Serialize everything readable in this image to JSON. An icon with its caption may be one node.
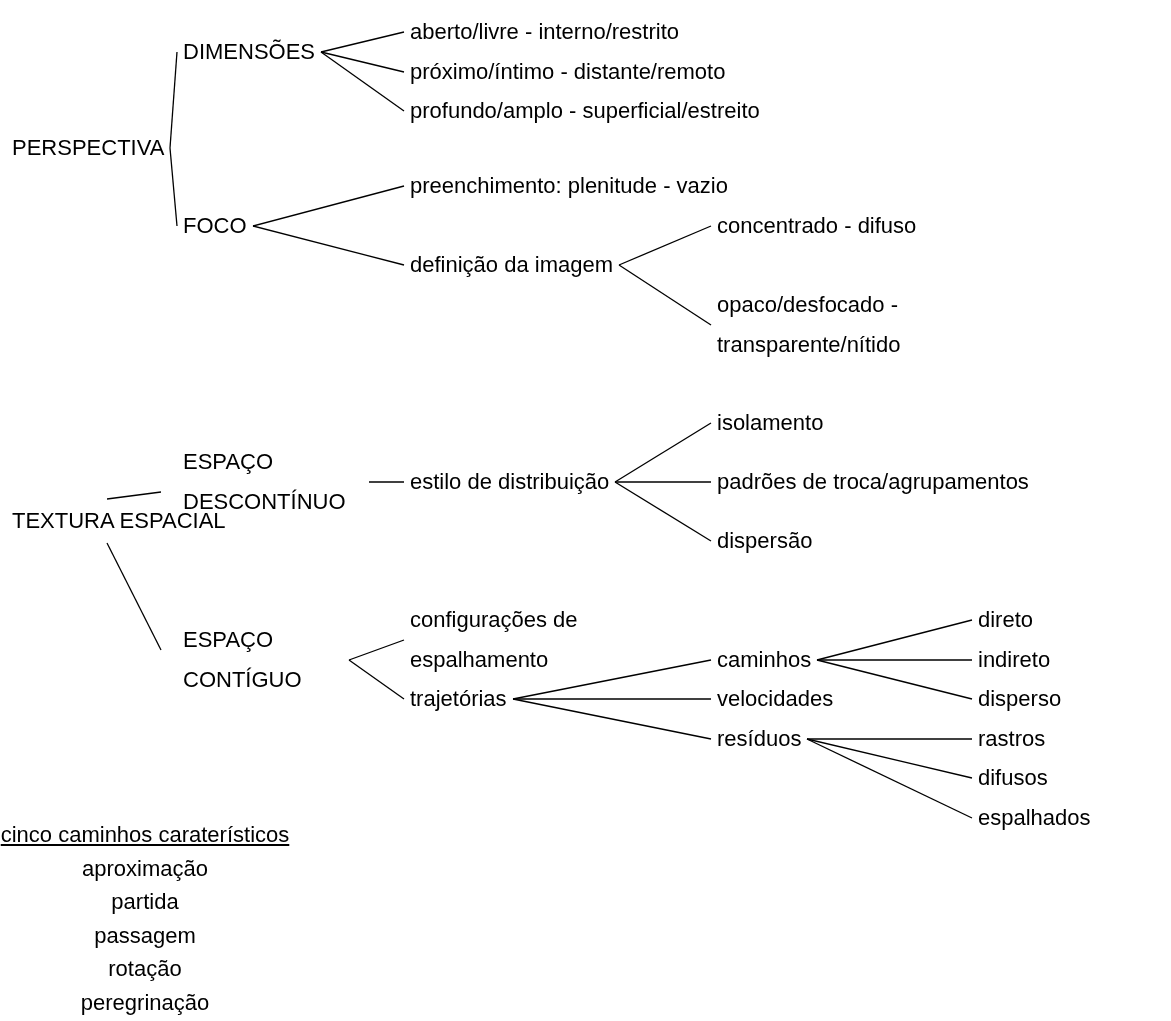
{
  "diagram": {
    "nodes": [
      {
        "text": [
          "PERSPECTIVA"
        ]
      },
      {
        "text": [
          "DIMENSÕES"
        ]
      },
      {
        "text": [
          "aberto/livre - interno/restrito"
        ]
      },
      {
        "text": [
          "próximo/íntimo - distante/remoto"
        ]
      },
      {
        "text": [
          "profundo/amplo - superficial/estreito"
        ]
      },
      {
        "text": [
          "FOCO"
        ]
      },
      {
        "text": [
          "preenchimento: plenitude - vazio"
        ]
      },
      {
        "text": [
          "definição da imagem"
        ]
      },
      {
        "text": [
          "concentrado - difuso"
        ]
      },
      {
        "text": [
          "opaco/desfocado - transparente/nítido"
        ]
      },
      {
        "text": [
          "TEXTURA ESPACIAL"
        ]
      },
      {
        "text": [
          "ESPAÇO DESCONTÍNUO"
        ]
      },
      {
        "text": [
          "estilo de distribuição"
        ]
      },
      {
        "text": [
          "isolamento"
        ]
      },
      {
        "text": [
          "padrões de troca/agrupamentos"
        ]
      },
      {
        "text": [
          "dispersão"
        ]
      },
      {
        "text": [
          "ESPAÇO CONTÍGUO"
        ]
      },
      {
        "text": [
          "configurações de espalhamento"
        ]
      },
      {
        "text": [
          "trajetórias"
        ]
      },
      {
        "text": [
          "caminhos"
        ]
      },
      {
        "text": [
          "velocidades"
        ]
      },
      {
        "text": [
          "resíduos"
        ]
      },
      {
        "text": [
          "direto"
        ]
      },
      {
        "text": [
          "indireto"
        ]
      },
      {
        "text": [
          "disperso"
        ]
      },
      {
        "text": [
          "rastros"
        ]
      },
      {
        "text": [
          "difusos"
        ]
      },
      {
        "text": [
          "espalhados"
        ]
      }
    ],
    "edges": [
      {
        "from": 0,
        "to": 1,
        "arrow": "none"
      },
      {
        "from": 1,
        "to": 2,
        "arrow": "none"
      },
      {
        "from": 1,
        "to": 3,
        "arrow": "none"
      },
      {
        "from": 1,
        "to": 4,
        "arrow": "none"
      },
      {
        "from": 0,
        "to": 5,
        "arrow": "none"
      },
      {
        "from": 5,
        "to": 6,
        "arrow": "none"
      },
      {
        "from": 5,
        "to": 7,
        "arrow": "none"
      },
      {
        "from": 7,
        "to": 8,
        "arrow": "none"
      },
      {
        "from": 7,
        "to": 9,
        "arrow": "none"
      },
      {
        "from": 10,
        "to": 11,
        "arrow": "none"
      },
      {
        "from": 11,
        "to": 12,
        "arrow": "none"
      },
      {
        "from": 12,
        "to": 13,
        "arrow": "none"
      },
      {
        "from": 12,
        "to": 14,
        "arrow": "none"
      },
      {
        "from": 12,
        "to": 15,
        "arrow": "none"
      },
      {
        "from": 10,
        "to": 16,
        "arrow": "none"
      },
      {
        "from": 16,
        "to": 17,
        "arrow": "none"
      },
      {
        "from": 16,
        "to": 18,
        "arrow": "none"
      },
      {
        "from": 18,
        "to": 19,
        "arrow": "none"
      },
      {
        "from": 18,
        "to": 20,
        "arrow": "none"
      },
      {
        "from": 18,
        "to": 21,
        "arrow": "none"
      },
      {
        "from": 19,
        "to": 22,
        "arrow": "none"
      },
      {
        "from": 19,
        "to": 23,
        "arrow": "none"
      },
      {
        "from": 19,
        "to": 24,
        "arrow": "none"
      },
      {
        "from": 21,
        "to": 25,
        "arrow": "none"
      },
      {
        "from": 21,
        "to": 26,
        "arrow": "none"
      },
      {
        "from": 21,
        "to": 27,
        "arrow": "none"
      }
    ],
    "labels": [
      "cinco caminhos caraterísticos",
      "aproximação",
      "partida",
      "passagem",
      "rotação",
      "peregrinação"
    ]
  }
}
